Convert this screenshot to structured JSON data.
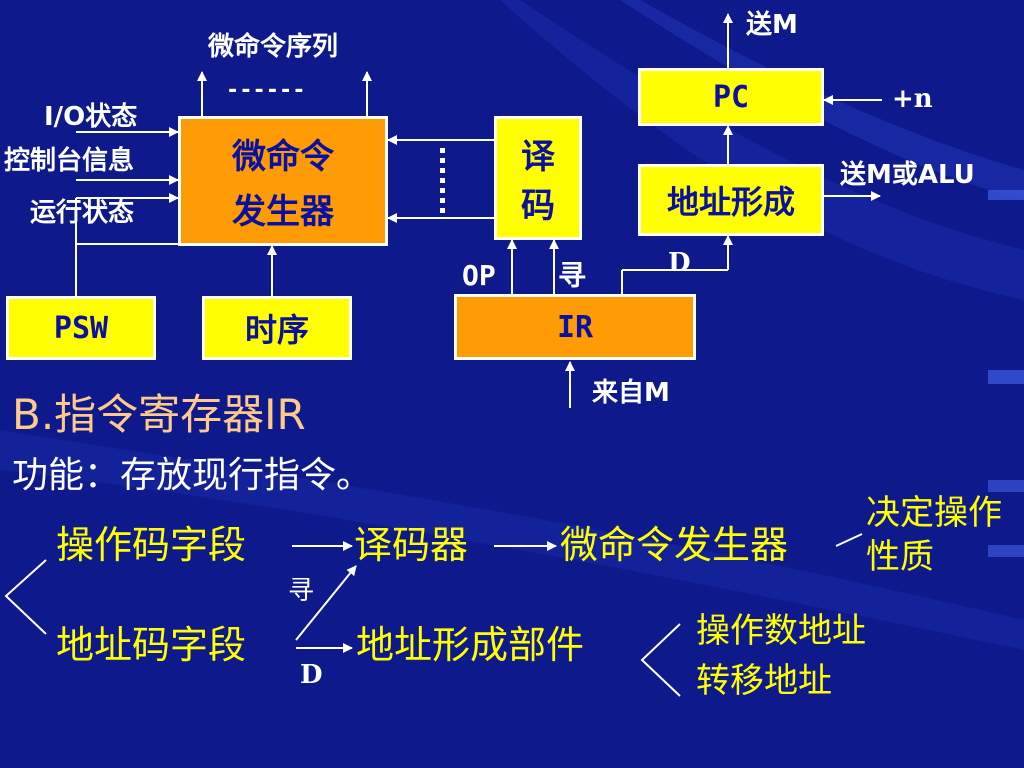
{
  "diagram": {
    "micro_seq_label": "微命令序列",
    "micro_seq_dashes": "------",
    "io_state": "I/O状态",
    "console_info": "控制台信息",
    "run_state": "运行状态",
    "micro_gen_line1": "微命令",
    "micro_gen_line2": "发生器",
    "decoder_line1": "译",
    "decoder_line2": "码",
    "psw": "PSW",
    "timing": "时序",
    "op": "OP",
    "addr_mode": "寻",
    "ir": "IR",
    "from_m": "来自M",
    "send_m_top": "送M",
    "pc": "PC",
    "plus_n": "+n",
    "send_m_or_alu": "送M或ALU",
    "addr_form": "地址形成",
    "d_label": "D"
  },
  "text": {
    "heading": "B.指令寄存器IR",
    "function": "功能：存放现行指令。",
    "opcode_field": "操作码字段",
    "decoder": "译码器",
    "micro_generator": "微命令发生器",
    "decide_line1": "决定操作",
    "decide_line2": "性质",
    "addr_field": "地址码字段",
    "addr_mode_small": "寻",
    "d_small": "D",
    "addr_unit": "地址形成部件",
    "operand_addr": "操作数地址",
    "transfer_addr": "转移地址"
  },
  "colors": {
    "background": "#0e1a8c",
    "orange_box": "#ff9b05",
    "yellow_box": "#ffff00",
    "box_text": "#0a10a0",
    "heading_text": "#ffc98a",
    "body_text": "#ffff00"
  }
}
